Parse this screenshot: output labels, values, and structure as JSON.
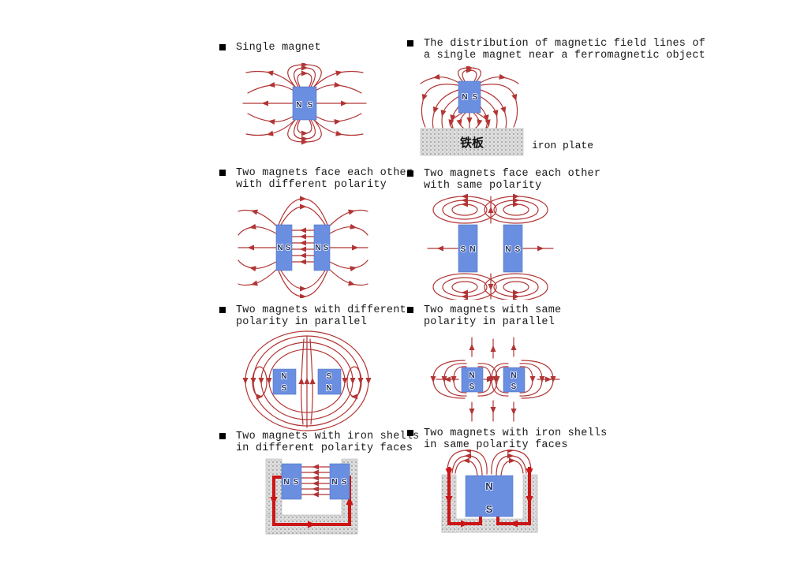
{
  "colors": {
    "background": "#ffffff",
    "magnet_blue": "#6a8ee0",
    "field_line_red": "#b23535",
    "flux_path_red": "#cc1515",
    "iron_gray": "#dedede",
    "pole_letter": "#1f2f5e",
    "label_text": "#1a1a1a"
  },
  "panels": [
    {
      "label_lines": [
        "Single magnet"
      ],
      "poles": [
        [
          "N",
          "S"
        ]
      ]
    },
    {
      "label_lines": [
        "The distribution of magnetic field lines of",
        "a single magnet near a ferromagnetic object"
      ],
      "poles": [
        [
          "N",
          "S"
        ]
      ],
      "plate_label_cn": "铁板",
      "plate_label_en": "iron plate"
    },
    {
      "label_lines": [
        "Two magnets face each other",
        "with different polarity"
      ],
      "poles": [
        [
          "N",
          "S"
        ],
        [
          "N",
          "S"
        ]
      ]
    },
    {
      "label_lines": [
        "Two magnets face each other",
        "with same polarity"
      ],
      "poles": [
        [
          "S",
          "N"
        ],
        [
          "N",
          "S"
        ]
      ]
    },
    {
      "label_lines": [
        "Two magnets with different",
        "polarity in parallel"
      ],
      "poles": [
        [
          "N",
          "S"
        ],
        [
          "S",
          "N"
        ]
      ]
    },
    {
      "label_lines": [
        "Two magnets with same",
        "polarity in parallel"
      ],
      "poles": [
        [
          "N",
          "S"
        ],
        [
          "N",
          "S"
        ]
      ]
    },
    {
      "label_lines": [
        "Two magnets with iron shells",
        "in different polarity faces"
      ],
      "poles": [
        [
          "N",
          "S"
        ],
        [
          "N",
          "S"
        ]
      ]
    },
    {
      "label_lines": [
        "Two magnets with iron shells",
        "in same polarity faces"
      ],
      "poles": [
        [
          "N",
          "S"
        ]
      ]
    }
  ]
}
